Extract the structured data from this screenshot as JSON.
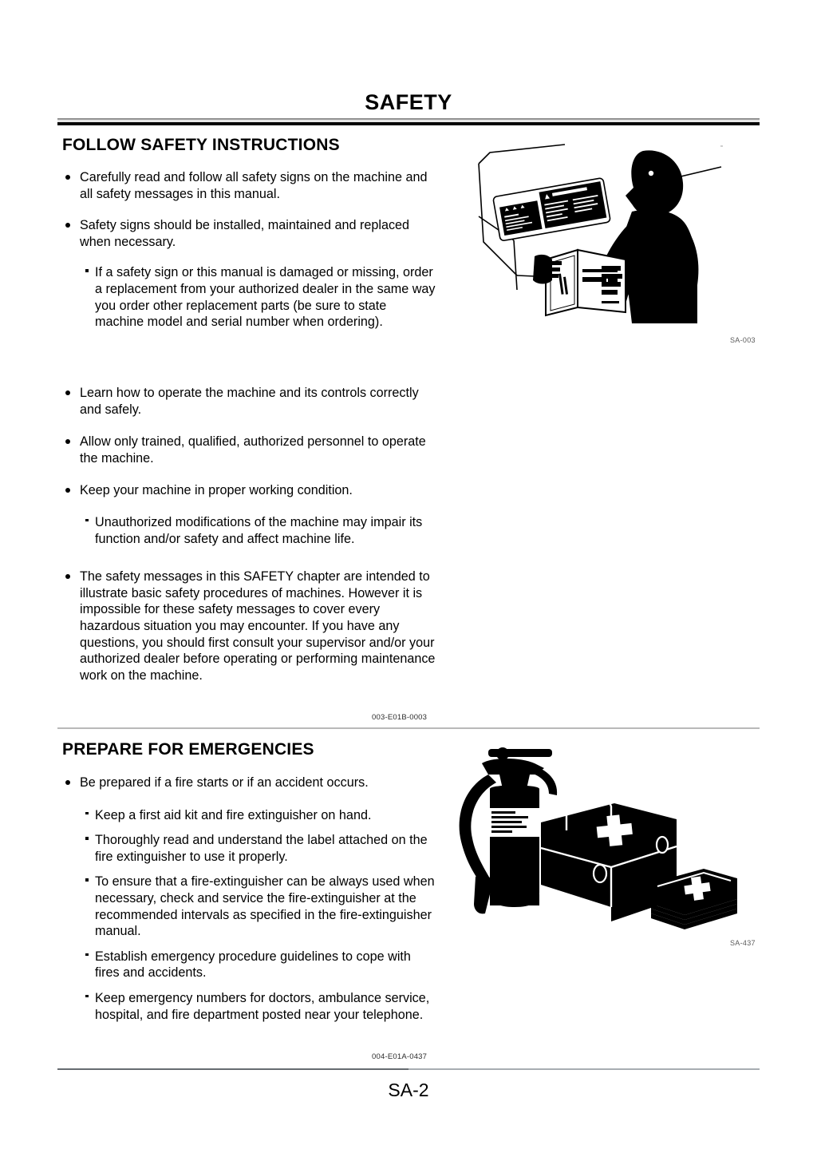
{
  "document": {
    "title": "SAFETY",
    "page_number": "SA-2"
  },
  "sections": [
    {
      "id": "follow-safety-instructions",
      "heading": "FOLLOW SAFETY INSTRUCTIONS",
      "reference_code": "003-E01B-0003",
      "figure": {
        "id": "SA-003",
        "description": "operator-reading-manual-beside-machine-warning-decals"
      },
      "items": [
        {
          "type": "bullet",
          "text": "Carefully read and follow all safety signs on the machine and all safety messages in this manual."
        },
        {
          "type": "bullet",
          "text": "Safety signs should be installed, maintained and replaced when necessary."
        },
        {
          "type": "sub",
          "text": "If a safety sign or this manual is damaged or missing, order a replacement from your authorized dealer in the same way you order other replacement parts (be sure to state machine model and serial number when ordering)."
        },
        {
          "type": "bullet",
          "text": "Learn how to operate the machine and its controls correctly and safely."
        },
        {
          "type": "bullet",
          "text": "Allow only trained, qualified, authorized personnel to operate the machine."
        },
        {
          "type": "bullet",
          "text": "Keep your machine in proper working condition."
        },
        {
          "type": "sub",
          "text": "Unauthorized modifications of the machine may impair its function and/or safety and affect machine life."
        },
        {
          "type": "bullet",
          "text": "The safety messages in this SAFETY chapter are intended to illustrate basic safety procedures of machines. However it is impossible for these safety messages to cover every hazardous situation you may encounter. If you have any questions, you should first consult your supervisor and/or your authorized dealer before operating or performing maintenance work on the machine."
        }
      ]
    },
    {
      "id": "prepare-for-emergencies",
      "heading": "PREPARE FOR EMERGENCIES",
      "reference_code": "004-E01A-0437",
      "figure": {
        "id": "SA-437",
        "description": "fire-extinguisher-first-aid-kit-and-stacked-kits"
      },
      "items": [
        {
          "type": "bullet",
          "text": "Be prepared if a fire starts or if an accident occurs."
        },
        {
          "type": "sub",
          "text": "Keep a first aid kit and fire extinguisher on hand."
        },
        {
          "type": "sub",
          "text": "Thoroughly read and understand the label attached on the fire extinguisher to use it properly."
        },
        {
          "type": "sub",
          "text": "To ensure that a fire-extinguisher can be always used when necessary, check and service the fire-extinguisher at the recommended intervals as specified in the fire-extinguisher manual."
        },
        {
          "type": "sub",
          "text": "Establish emergency procedure guidelines to cope with fires and accidents."
        },
        {
          "type": "sub",
          "text": "Keep emergency numbers for doctors, ambulance service, hospital, and fire department posted near your telephone."
        }
      ]
    }
  ],
  "colors": {
    "ink": "#000000",
    "rule_gray": "#b9b9b9",
    "footer_rule": "#666b70"
  }
}
